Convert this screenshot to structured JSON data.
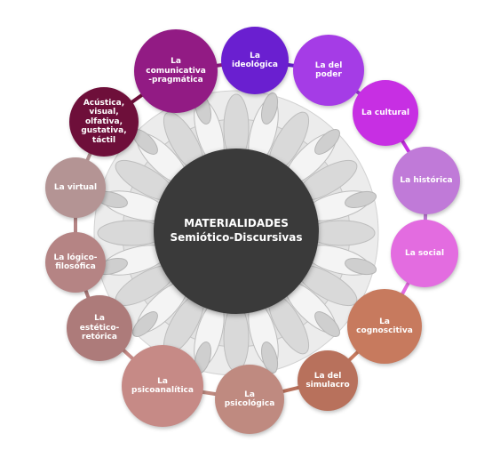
{
  "center": {
    "line1": "MATERIALIDADES",
    "line2": "Semiótico-Discursivas"
  },
  "nodes": [
    {
      "id": "ideologica",
      "label": "La\nideológica",
      "color": "#6a1fd0"
    },
    {
      "id": "poder",
      "label": "La del\npoder",
      "color": "#a53ce6"
    },
    {
      "id": "cultural",
      "label": "La cultural",
      "color": "#c72fe3"
    },
    {
      "id": "historica",
      "label": "La histórica",
      "color": "#c07ad8"
    },
    {
      "id": "social",
      "label": "La social",
      "color": "#e36ce0"
    },
    {
      "id": "cognoscitiva",
      "label": "La\ncognoscitiva",
      "color": "#c77a5e"
    },
    {
      "id": "simulacro",
      "label": "La del\nsimulacro",
      "color": "#b8715c"
    },
    {
      "id": "psicologica",
      "label": "La\npsicológica",
      "color": "#bf8a80"
    },
    {
      "id": "psicoanalitica",
      "label": "La\npsicoanalítica",
      "color": "#c68a86"
    },
    {
      "id": "estetico",
      "label": "La\nestético-\nretórica",
      "color": "#ad7b7a"
    },
    {
      "id": "logico",
      "label": "La lógico-\nfilosófica",
      "color": "#b58484"
    },
    {
      "id": "virtual",
      "label": "La virtual",
      "color": "#b49494"
    },
    {
      "id": "acustica",
      "label": "Acústica,\nvisual,\nolfativa,\ngustativa,\ntáctil",
      "color": "#6e0f3a"
    },
    {
      "id": "comunicativa",
      "label": "La\ncomunicativa\n-pragmática",
      "color": "#921b84"
    }
  ]
}
